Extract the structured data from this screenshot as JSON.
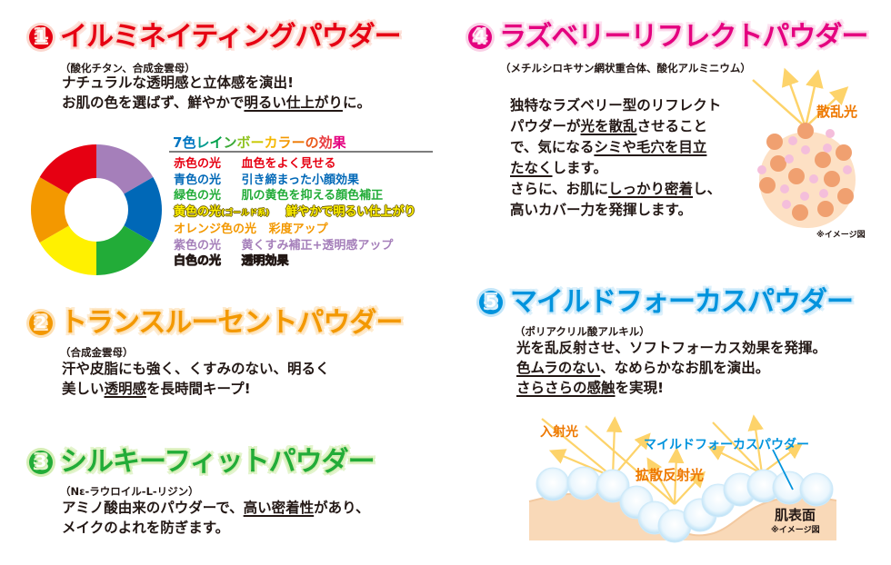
{
  "sections": [
    {
      "number": "1",
      "title": "イルミネイティングパウダー",
      "color": "#e60012",
      "ingredients": "（酸化チタン、合成金雲母）",
      "lines": [
        {
          "parts": [
            {
              "text": "ナチュラルな透明感と立体感を演出!",
              "underline": false
            }
          ]
        },
        {
          "parts": [
            {
              "text": "お肌の色を選ばず、鮮やかで",
              "underline": false
            },
            {
              "text": "明るい仕上がり",
              "underline": true
            },
            {
              "text": "に。",
              "underline": false
            }
          ]
        }
      ]
    },
    {
      "number": "2",
      "title": "トランスルーセントパウダー",
      "color": "#f39800",
      "ingredients": "（合成金雲母）",
      "lines": [
        {
          "parts": [
            {
              "text": "汗や皮脂にも強く、くすみのない、明るく",
              "underline": false
            }
          ]
        },
        {
          "parts": [
            {
              "text": "美しい",
              "underline": false
            },
            {
              "text": "透明感",
              "underline": true
            },
            {
              "text": "を長時間キープ!",
              "underline": false
            }
          ]
        }
      ]
    },
    {
      "number": "3",
      "title": "シルキーフィットパウダー",
      "color": "#22ac38",
      "ingredients": "（Nε-ラウロイル-L-リジン）",
      "lines": [
        {
          "parts": [
            {
              "text": "アミノ酸由来のパウダーで、",
              "underline": false
            },
            {
              "text": "高い密着性",
              "underline": true
            },
            {
              "text": "があり、",
              "underline": false
            }
          ]
        },
        {
          "parts": [
            {
              "text": "メイクのよれを防ぎます。",
              "underline": false
            }
          ]
        }
      ]
    },
    {
      "number": "4",
      "title": "ラズベリーリフレクトパウダー",
      "color": "#e4007f",
      "ingredients": "（メチルシロキサン網状重合体、酸化アルミニウム）",
      "lines": [
        {
          "parts": [
            {
              "text": "独特なラズベリー型のリフレクト",
              "underline": false
            }
          ]
        },
        {
          "parts": [
            {
              "text": "パウダーが",
              "underline": false
            },
            {
              "text": "光を散乱",
              "underline": true
            },
            {
              "text": "させること",
              "underline": false
            }
          ]
        },
        {
          "parts": [
            {
              "text": "で、気になる",
              "underline": false
            },
            {
              "text": "シミや毛穴を目立",
              "underline": true
            }
          ]
        },
        {
          "parts": [
            {
              "text": "たなく",
              "underline": true
            },
            {
              "text": "します。",
              "underline": false
            }
          ]
        },
        {
          "parts": [
            {
              "text": "さらに、お肌に",
              "underline": false
            },
            {
              "text": "しっかり密着",
              "underline": true
            },
            {
              "text": "し、",
              "underline": false
            }
          ]
        },
        {
          "parts": [
            {
              "text": "高いカバー力を発揮します。",
              "underline": false
            }
          ]
        }
      ],
      "diagram": {
        "label": "散乱光",
        "label_color": "#ee7800",
        "note": "※イメージ図"
      }
    },
    {
      "number": "5",
      "title": "マイルドフォーカスパウダー",
      "color": "#0093dd",
      "ingredients": "（ポリアクリル酸アルキル）",
      "lines": [
        {
          "parts": [
            {
              "text": "光を乱反射させ、ソフトフォーカス効果を発揮。",
              "underline": false
            }
          ]
        },
        {
          "parts": [
            {
              "text": "色ムラのない",
              "underline": true
            },
            {
              "text": "、なめらかなお肌を演出。",
              "underline": false
            }
          ]
        },
        {
          "parts": [
            {
              "text": "さらさらの感触",
              "underline": true
            },
            {
              "text": "を実現!",
              "underline": false
            }
          ]
        }
      ],
      "diagram": {
        "incident_label": "入射光",
        "powder_label": "マイルドフォーカスパウダー",
        "diffuse_label": "拡散反射光",
        "skin_label": "肌表面",
        "note": "※イメージ図",
        "orange": "#ee7800",
        "blue": "#0093dd"
      }
    }
  ],
  "rainbow": {
    "title_chars": [
      {
        "t": "7",
        "c": "#0075c2"
      },
      {
        "t": "色",
        "c": "#0075c2"
      },
      {
        "t": "レ",
        "c": "#009a8f"
      },
      {
        "t": "イ",
        "c": "#00a04a"
      },
      {
        "t": "ン",
        "c": "#3aa935"
      },
      {
        "t": "ボ",
        "c": "#8fc31f"
      },
      {
        "t": "ー",
        "c": "#c8c800"
      },
      {
        "t": "カ",
        "c": "#f5b800"
      },
      {
        "t": "ラ",
        "c": "#f39800"
      },
      {
        "t": "ー",
        "c": "#ee7800"
      },
      {
        "t": "の",
        "c": "#ea5a1c"
      },
      {
        "t": "効",
        "c": "#e8383d"
      },
      {
        "t": "果",
        "c": "#e4007f"
      }
    ],
    "title": "7色レインボーカラーの効果",
    "items": [
      {
        "light": "赤色の光",
        "effect": "血色をよく見せる",
        "color": "#e60012",
        "style": "normal"
      },
      {
        "light": "青色の光",
        "effect": "引き締まった小顔効果",
        "color": "#0068b7",
        "style": "normal"
      },
      {
        "light": "緑色の光",
        "effect": "肌の黄色を抑える顔色補正",
        "color": "#22ac38",
        "style": "normal"
      },
      {
        "light": "黄色の光",
        "light_note": "(ゴールド系)",
        "effect": "鮮やかで明るい仕上がり",
        "color": "#fff100",
        "style": "yellow"
      },
      {
        "light": "オレンジ色の光",
        "effect": "彩度アップ",
        "color": "#f39800",
        "style": "normal"
      },
      {
        "light": "紫色の光",
        "effect": "黄くすみ補正+透明感アップ",
        "color": "#a57fba",
        "style": "normal"
      },
      {
        "light": "白色の光",
        "effect": "透明効果",
        "color": "#ffffff",
        "style": "outline"
      }
    ],
    "donut": {
      "segments": [
        {
          "name": "purple",
          "color": "#a57fba"
        },
        {
          "name": "blue",
          "color": "#0068b7"
        },
        {
          "name": "green",
          "color": "#22ac38"
        },
        {
          "name": "yellow",
          "color": "#fff100"
        },
        {
          "name": "orange",
          "color": "#f39800"
        },
        {
          "name": "red",
          "color": "#e60012"
        }
      ]
    }
  }
}
